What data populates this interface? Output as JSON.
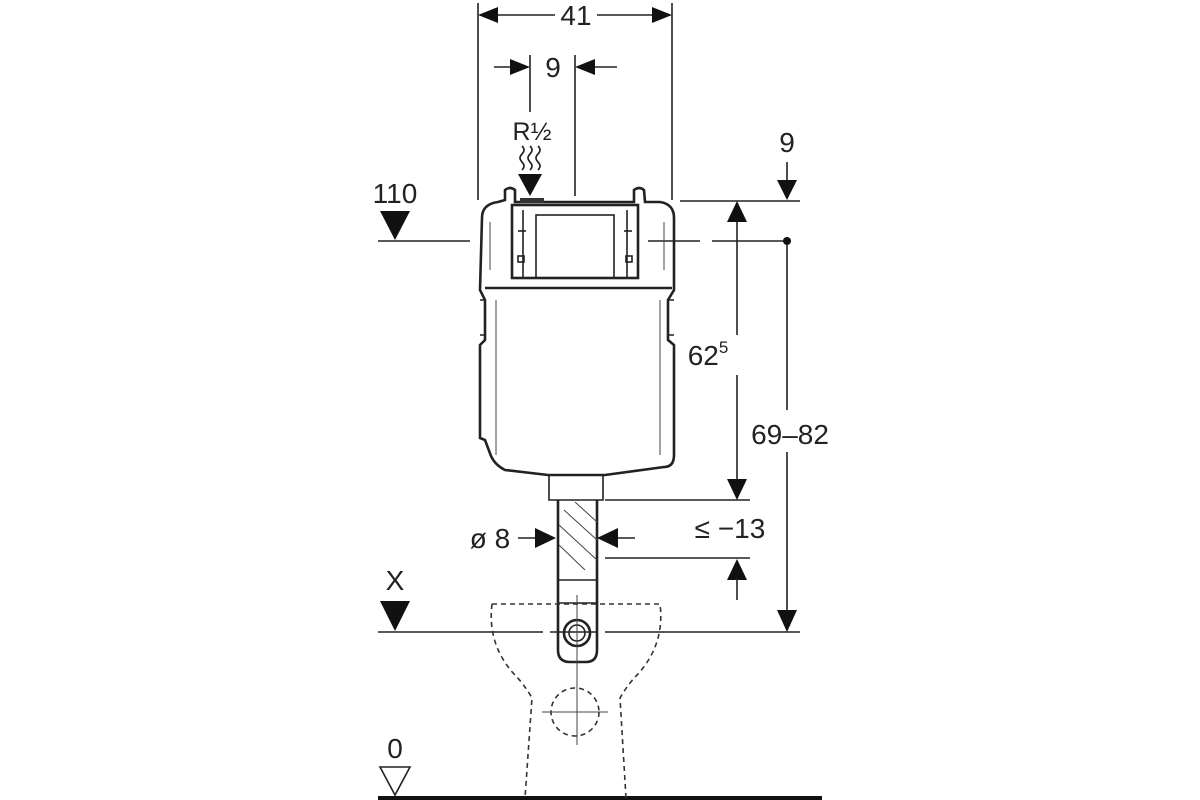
{
  "dimensions": {
    "total_width": "41",
    "inlet_offset": "9",
    "inlet_thread": "R½",
    "top_offset": "9",
    "top_level": "110",
    "cistern_height_main": "62",
    "cistern_height_sup": "5",
    "height_range": "69–82",
    "pipe_diameter": "ø 8",
    "pipe_shortening": "≤ −13",
    "reference_level": "X",
    "floor_level": "0"
  }
}
